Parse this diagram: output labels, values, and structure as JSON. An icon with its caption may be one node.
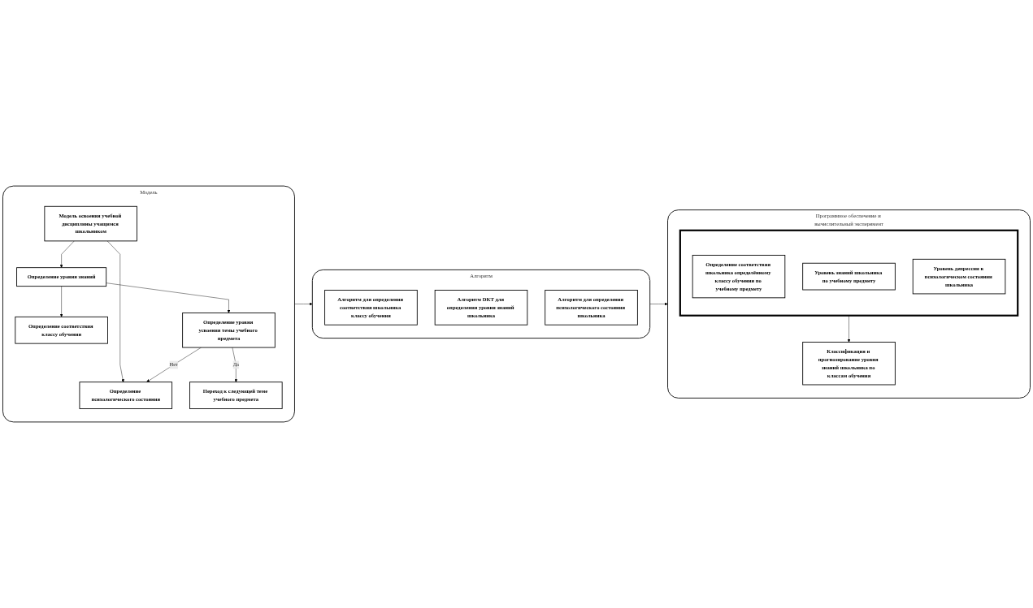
{
  "diagram": {
    "nodes": [
      {
        "text": [
          "Модель"
        ]
      },
      {
        "text": [
          "Модель освоения учебной дисциплины учащимся школьником"
        ],
        "in": 0
      },
      {
        "text": [
          "Определение уровня знаний"
        ],
        "in": 0
      },
      {
        "text": [
          "Определение психологического состояния"
        ],
        "in": 0
      },
      {
        "text": [
          "Определение соответствия классу обучения"
        ],
        "in": 0
      },
      {
        "text": [
          "Определение уровня усвоения темы учебного предмета"
        ],
        "in": 0
      },
      {
        "text": [
          "Переход к следующей теме учебного предмета"
        ],
        "in": 0
      },
      {
        "text": [
          "Алгоритм"
        ]
      },
      {
        "text": [
          "Алгоритм для определения соответствия школьника классу обучения"
        ],
        "in": 7
      },
      {
        "text": [
          "Алгоритм DKT для определения уровня знаний школьника"
        ],
        "in": 7
      },
      {
        "text": [
          "Алгоритм для определения психологического состояния школьника"
        ],
        "in": 7
      },
      {
        "text": [
          "Программное обеспечение и вычислительный эксперимент"
        ]
      },
      {
        "text": [],
        "shape": "box",
        "in": 11
      },
      {
        "text": [
          "Определение соответствия школьника определённому классу обучения по учебному предмету"
        ],
        "in": 12
      },
      {
        "text": [
          "Уровень знаний школьника по учебному предмету"
        ],
        "in": 12
      },
      {
        "text": [
          "Уровень депрессии в психологическом состоянии школьника"
        ],
        "in": 12
      },
      {
        "text": [
          "Классификация и прогнозирование уровня знаний школьника по классам обучения"
        ],
        "in": 11
      }
    ],
    "edges": [
      {
        "from": 1,
        "to": 2,
        "arrow": "to"
      },
      {
        "from": 1,
        "to": 3,
        "arrow": "to"
      },
      {
        "from": 2,
        "to": 4,
        "arrow": "to"
      },
      {
        "from": 2,
        "to": 5,
        "arrow": "to"
      },
      {
        "from": 5,
        "to": 3,
        "label": "Нет",
        "arrow": "to"
      },
      {
        "from": 5,
        "to": 6,
        "label": "Да",
        "arrow": "to"
      },
      {
        "from": 0,
        "to": 7,
        "arrow": "to"
      },
      {
        "from": 7,
        "to": 11,
        "arrow": "to"
      },
      {
        "from": 12,
        "to": 16,
        "arrow": "to"
      }
    ]
  }
}
